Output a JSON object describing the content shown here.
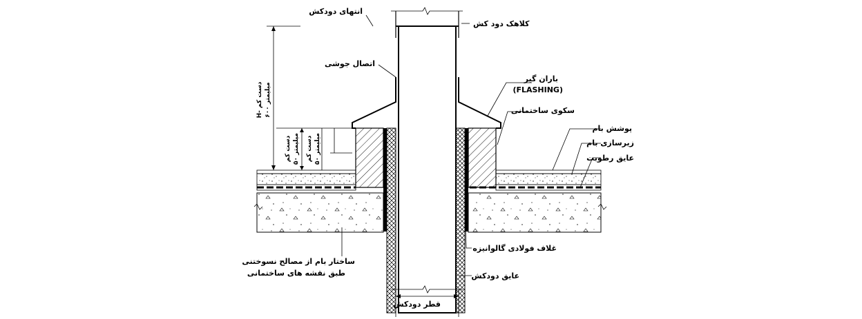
{
  "labels": {
    "chimney_end": "انتهای دودکش",
    "chimney_cap": "کلاهک دود کش",
    "weld_joint": "اتصال جوشی",
    "flashing_fa": "باران گیر",
    "flashing_en": "(FLASHING)",
    "building_curb": "سکوی ساختمانی",
    "roof_covering": "پوشش بام",
    "roof_underlay": "زیرسازی بام",
    "moisture_barrier": "عایق رطوبت",
    "galvanized_sleeve": "غلاف فولادی گالوانیزه",
    "chimney_insulation": "عایق دودکش",
    "chimney_diameter": "قطر دودکش",
    "roof_structure_line1": "ساختار بام از مصالح نسوختنی",
    "roof_structure_line2": "طبق نقشه های ساختمانی",
    "dim_main_line1": "H- دست کم",
    "dim_main_line2": "۶۰۰ میلیمتر",
    "dim_curb1_line1": "دست کم",
    "dim_curb1_line2": "۵۰ میلیمتر",
    "dim_curb2_line1": "دست کم",
    "dim_curb2_line2": "۵۰ میلیمتر"
  }
}
